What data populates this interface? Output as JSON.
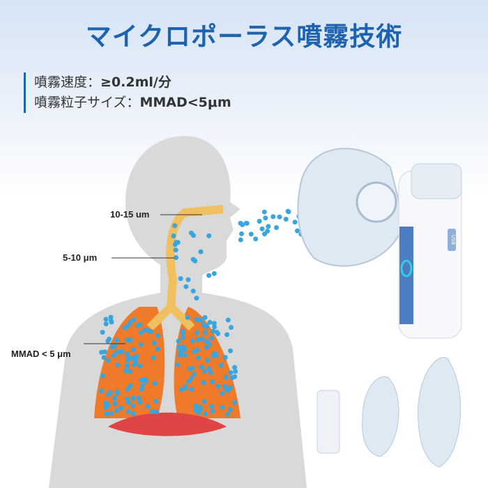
{
  "title": "マイクロポーラス噴霧技術",
  "specs": [
    {
      "label": "噴霧速度：",
      "value": "≥0.2ml/分"
    },
    {
      "label": "噴霧粒子サイズ：",
      "value": "MMAD<5μm"
    }
  ],
  "diagram_labels": {
    "upper": "10-15 um",
    "middle": "5-10 μm",
    "lower": "MMAD < 5 μm"
  },
  "device": {
    "port_label": "USB"
  },
  "colors": {
    "accent": "#1f63b0",
    "lung": "#ee7a2a",
    "particle": "#3aa5dc",
    "body": "#d9d9d9"
  }
}
